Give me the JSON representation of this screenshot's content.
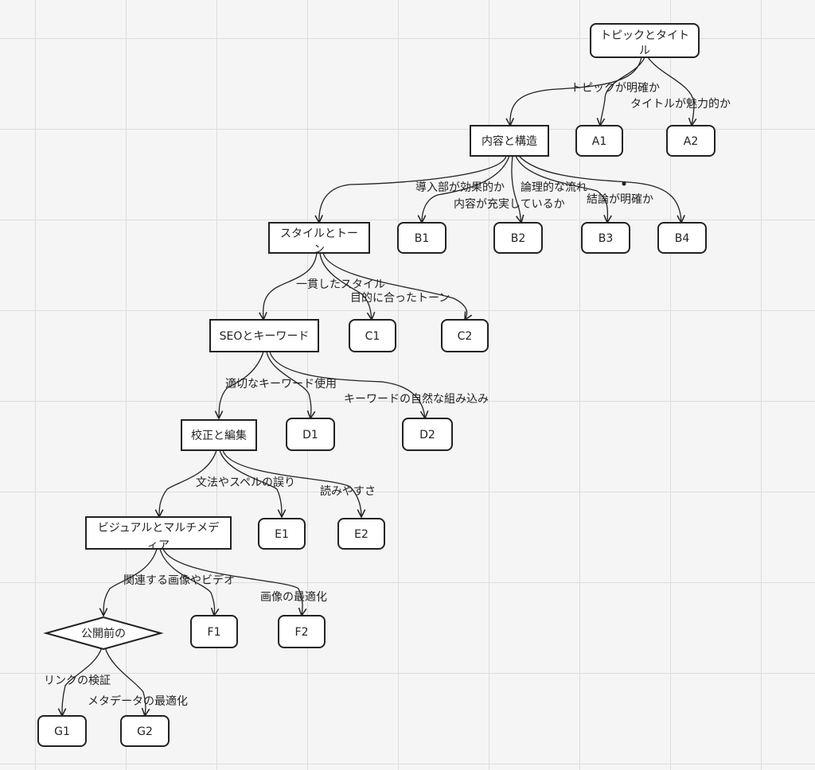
{
  "nodes": {
    "title": [
      "トピックとタイト",
      "ル"
    ],
    "content": [
      "内容と構造"
    ],
    "a1": [
      "A1"
    ],
    "a2": [
      "A2"
    ],
    "style": [
      "スタイルとトー",
      "ン"
    ],
    "b1": [
      "B1"
    ],
    "b2": [
      "B2"
    ],
    "b3": [
      "B3"
    ],
    "b4": [
      "B4"
    ],
    "seo": [
      "SEOとキーワード"
    ],
    "c1": [
      "C1"
    ],
    "c2": [
      "C2"
    ],
    "proof": [
      "校正と編集"
    ],
    "d1": [
      "D1"
    ],
    "d2": [
      "D2"
    ],
    "visual": [
      "ビジュアルとマルチメデ",
      "ィア"
    ],
    "e1": [
      "E1"
    ],
    "e2": [
      "E2"
    ],
    "prepub": [
      "公開前の"
    ],
    "f1": [
      "F1"
    ],
    "f2": [
      "F2"
    ],
    "g1": [
      "G1"
    ],
    "g2": [
      "G2"
    ]
  },
  "edges": {
    "title_content": "トピックが明確か",
    "title_a2": "タイトルが魅力的か",
    "content_style": "導入部が効果的か",
    "content_b2": "論理的な流れ",
    "content_b1": "内容が充実しているか",
    "content_b4": "結論が明確か",
    "style_seo": "一貫したスタイル",
    "style_c2": "目的に合ったトーン",
    "seo_proof": "適切なキーワード使用",
    "seo_d2": "キーワードの自然な組み込み",
    "proof_visual": "文法やスペルの誤り",
    "proof_e2": "読みやすさ",
    "visual_prepub": "関連する画像やビデオ",
    "visual_f2": "画像の最適化",
    "prepub_g1": "リンクの検証",
    "prepub_g2": "メタデータの最適化"
  }
}
